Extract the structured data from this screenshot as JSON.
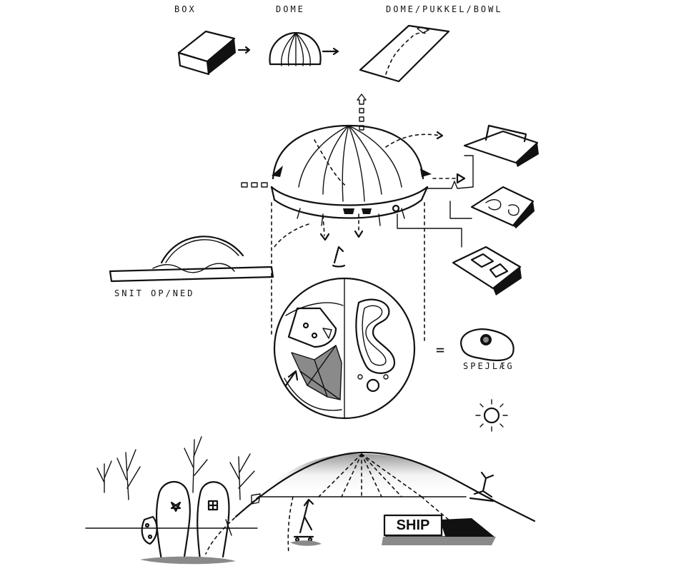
{
  "labels": {
    "box": "BOX",
    "dome": "DOME",
    "dome_hill_bowl": "DOME/PUKKEL/BOWL",
    "section": "SNIT OP/NED",
    "fried_egg": "SPEJLÆG",
    "equals": "=",
    "sign_text": "SHIP"
  },
  "colors": {
    "ink": "#111111",
    "grey_fill": "#8a8a8a",
    "background": "#ffffff"
  }
}
